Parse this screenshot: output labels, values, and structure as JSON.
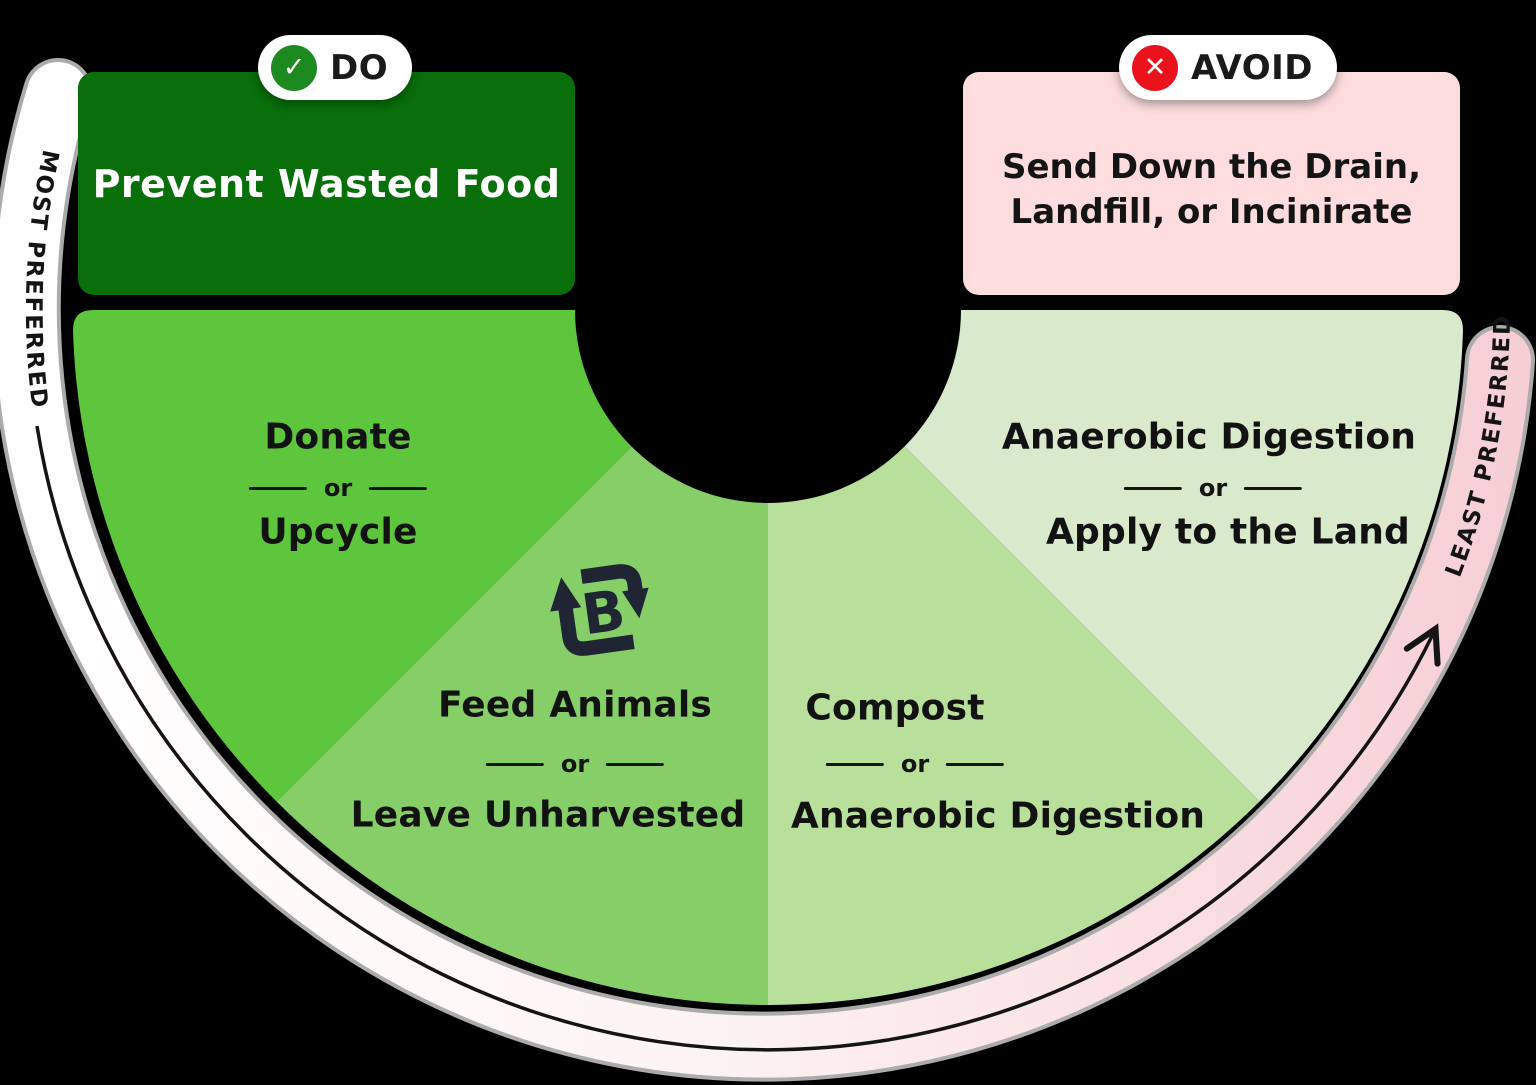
{
  "do_panel": {
    "badge": {
      "label": "DO",
      "icon_glyph": "✓",
      "icon_color": "#1D8A20"
    },
    "title": "Prevent Wasted Food",
    "bg_color": "#086F0A"
  },
  "avoid_panel": {
    "badge": {
      "label": "AVOID",
      "icon_glyph": "✕",
      "icon_color": "#E9121D"
    },
    "title_lines": [
      "Send Down the Drain,",
      "Landfill, or Incinirate"
    ],
    "bg_color": "#FCDCDD"
  },
  "preference_scale": {
    "most_label": "MOST PREFERRED",
    "least_label": "LEAST PREFERRED",
    "band_start_color": "#FFFEFE",
    "band_end_color": "#F6CFD5",
    "arrow_color": "#141414"
  },
  "wedges": [
    {
      "primary": "Donate",
      "conjunction": "or",
      "secondary": "Upcycle",
      "color": "#5EC63D"
    },
    {
      "primary": "Feed Animals",
      "conjunction": "or",
      "secondary": "Leave Unharvested",
      "color": "#86CF68",
      "logo_letter": "B"
    },
    {
      "primary": "Compost",
      "conjunction": "or",
      "secondary": "Anaerobic Digestion",
      "color": "#B8E09A"
    },
    {
      "primary": "Anaerobic Digestion",
      "conjunction": "or",
      "secondary": "Apply to the Land",
      "color": "#D9E9CB"
    }
  ]
}
